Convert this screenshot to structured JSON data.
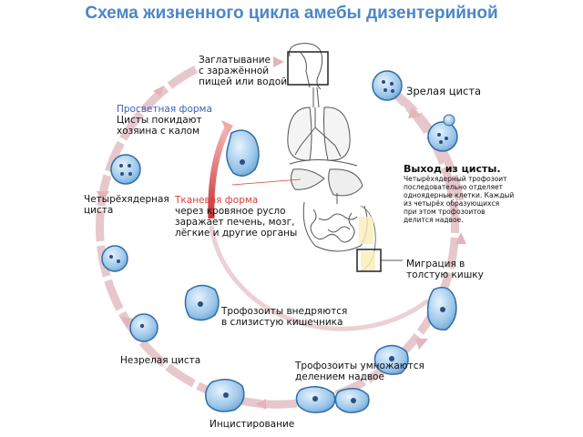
{
  "title": "Схема жизненного цикла амебы дизентерийной",
  "labels": {
    "ingestion": [
      "Заглатывание",
      "с заражённой",
      "пищей или водой"
    ],
    "mature_cyst": "Зрелая циста",
    "lumen_form": {
      "heading": "Просветная форма",
      "lines": [
        "Цисты покидают",
        "хозяина с калом"
      ]
    },
    "four_nucleus_cyst": [
      "Четырёхядерная",
      "циста"
    ],
    "tissue_form": {
      "heading": "Тканевая форма",
      "lines": [
        "через кровяное русло",
        "заражает печень, мозг,",
        "лёгкие и другие органы"
      ]
    },
    "excystation": {
      "heading": "Выход из цисты.",
      "lines": [
        "Четырёхядерный трофозоит",
        "последовательно отделяет",
        "одноядерные клетки. Каждый",
        "из четырёх образующихся",
        "при этом трофозоитов",
        "делится надвое."
      ]
    },
    "migration": [
      "Миграция в",
      "толстую кишку"
    ],
    "invade": [
      "Трофозоиты внедряются",
      "в слизистую кишечника"
    ],
    "immature_cyst": "Незрелая циста",
    "multiply": [
      "Трофозоиты умножаются",
      "делением надвое"
    ],
    "encystation": "Инцистирование"
  },
  "colors": {
    "title": "#4a86c8",
    "cycle_arrow": "#e7c7cc",
    "tissue_arrow": "#d13c3c",
    "cell_fill": "#9cc6ea",
    "cell_stroke": "#2f6da6",
    "lumen_text": "#3a62b8",
    "tissue_text": "#d8403e"
  }
}
